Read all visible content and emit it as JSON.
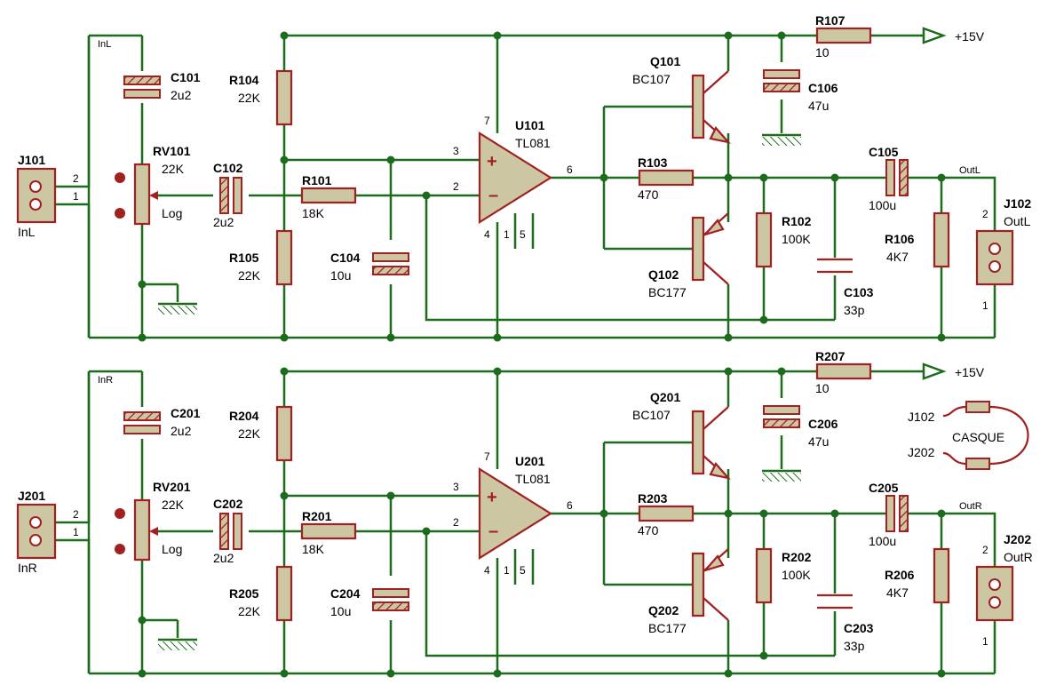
{
  "channels": [
    {
      "input": {
        "ref": "J101",
        "net": "InL",
        "pin_top": "2",
        "pin_bottom": "1"
      },
      "c_in": {
        "ref": "C101",
        "value": "2u2"
      },
      "pot": {
        "ref": "RV101",
        "value": "22K",
        "taper": "Log"
      },
      "c_couple": {
        "ref": "C102",
        "value": "2u2"
      },
      "r_top": {
        "ref": "R104",
        "value": "22K"
      },
      "r_bottom": {
        "ref": "R105",
        "value": "22K"
      },
      "r_in": {
        "ref": "R101",
        "value": "18K"
      },
      "c_bias": {
        "ref": "C104",
        "value": "10u"
      },
      "opamp": {
        "ref": "U101",
        "value": "TL081",
        "pin_plus": "3",
        "pin_minus": "2",
        "pin_out": "6",
        "pin_v_plus": "7",
        "pin_v_minus": "4",
        "pin_n1": "1",
        "pin_n5": "5"
      },
      "q_top": {
        "ref": "Q101",
        "value": "BC107"
      },
      "q_bottom": {
        "ref": "Q102",
        "value": "BC177"
      },
      "r_base": {
        "ref": "R103",
        "value": "470"
      },
      "r_fb": {
        "ref": "R102",
        "value": "100K"
      },
      "c_fb": {
        "ref": "C103",
        "value": "33p"
      },
      "r_supply": {
        "ref": "R107",
        "value": "10"
      },
      "c_supply": {
        "ref": "C106",
        "value": "47u"
      },
      "supply": "+15V",
      "c_out": {
        "ref": "C105",
        "value": "100u"
      },
      "r_load": {
        "ref": "R106",
        "value": "4K7"
      },
      "output": {
        "ref": "J102",
        "net": "OutL",
        "pin_top": "2",
        "pin_bottom": "1"
      }
    },
    {
      "input": {
        "ref": "J201",
        "net": "InR",
        "pin_top": "2",
        "pin_bottom": "1"
      },
      "c_in": {
        "ref": "C201",
        "value": "2u2"
      },
      "pot": {
        "ref": "RV201",
        "value": "22K",
        "taper": "Log"
      },
      "c_couple": {
        "ref": "C202",
        "value": "2u2"
      },
      "r_top": {
        "ref": "R204",
        "value": "22K"
      },
      "r_bottom": {
        "ref": "R205",
        "value": "22K"
      },
      "r_in": {
        "ref": "R201",
        "value": "18K"
      },
      "c_bias": {
        "ref": "C204",
        "value": "10u"
      },
      "opamp": {
        "ref": "U201",
        "value": "TL081",
        "pin_plus": "3",
        "pin_minus": "2",
        "pin_out": "6",
        "pin_v_plus": "7",
        "pin_v_minus": "4",
        "pin_n1": "1",
        "pin_n5": "5"
      },
      "q_top": {
        "ref": "Q201",
        "value": "BC107"
      },
      "q_bottom": {
        "ref": "Q202",
        "value": "BC177"
      },
      "r_base": {
        "ref": "R203",
        "value": "470"
      },
      "r_fb": {
        "ref": "R202",
        "value": "100K"
      },
      "c_fb": {
        "ref": "C203",
        "value": "33p"
      },
      "r_supply": {
        "ref": "R207",
        "value": "10"
      },
      "c_supply": {
        "ref": "C206",
        "value": "47u"
      },
      "supply": "+15V",
      "c_out": {
        "ref": "C205",
        "value": "100u"
      },
      "r_load": {
        "ref": "R206",
        "value": "4K7"
      },
      "output": {
        "ref": "J202",
        "net": "OutR",
        "pin_top": "2",
        "pin_bottom": "1"
      }
    }
  ],
  "headphone": {
    "label": "CASQUE",
    "plug_a": "J102",
    "plug_b": "J202"
  },
  "colors": {
    "wire": "#1d6b1d",
    "component": "#a12020",
    "body": "#cdc6a2"
  }
}
